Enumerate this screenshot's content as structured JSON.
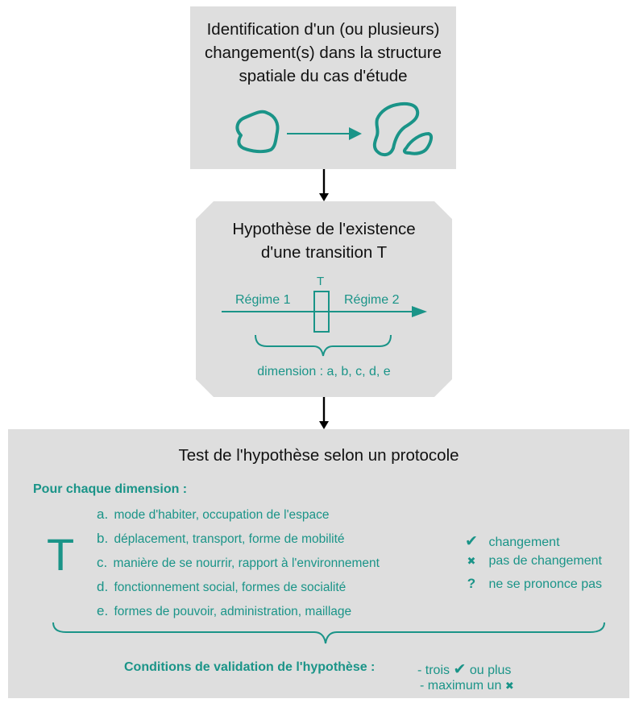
{
  "colors": {
    "accent": "#1a9488",
    "box_bg": "#dedede",
    "text_dark": "#111111"
  },
  "step1": {
    "title_lines": [
      "Identification d'un (ou plusieurs)",
      "changement(s) dans la structure",
      "spatiale du cas d'étude"
    ]
  },
  "step2": {
    "title_lines": [
      "Hypothèse de l'existence",
      "d'une transition T"
    ],
    "transition_label": "T",
    "regime_1": "Régime 1",
    "regime_2": "Régime 2",
    "dimension_label": "dimension : a, b, c, d, e"
  },
  "step3": {
    "title": "Test de l'hypothèse selon un protocole",
    "per_dimension": "Pour chaque dimension :",
    "big_letter": "T",
    "dimensions": [
      {
        "letter": "a.",
        "text": "mode d'habiter, occupation de l'espace"
      },
      {
        "letter": "b.",
        "text": "déplacement, transport, forme de mobilité"
      },
      {
        "letter": "c.",
        "text": "manière de se nourrir, rapport à l'environnement"
      },
      {
        "letter": "d.",
        "text": "fonctionnement social, formes de socialité"
      },
      {
        "letter": "e.",
        "text": "formes de pouvoir, administration, maillage"
      }
    ],
    "legend": [
      {
        "icon": "check-icon",
        "symbol": "✔",
        "text": "changement"
      },
      {
        "icon": "cross-icon",
        "symbol": "✖",
        "text": "pas de changement"
      },
      {
        "icon": "question-icon",
        "symbol": "?",
        "text": "ne se prononce pas"
      }
    ],
    "conditions_label": "Conditions de validation de l'hypothèse :",
    "rule_1": {
      "before": "- trois",
      "symbol": "✔",
      "after": "ou plus"
    },
    "rule_2": {
      "before": "- maximum un",
      "symbol": "✖"
    }
  }
}
